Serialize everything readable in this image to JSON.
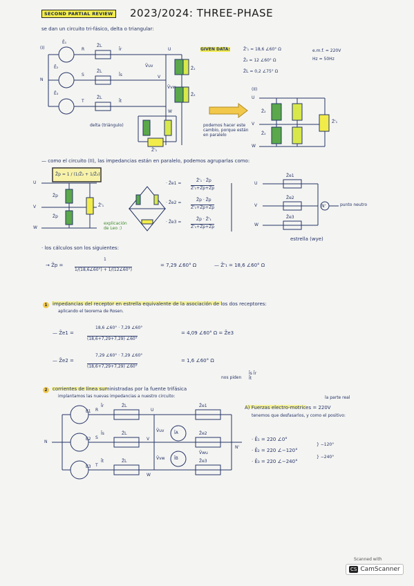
{
  "header": {
    "tag": "SECOND PARTIAL REVIEW",
    "title": "2023/2024: THREE-PHASE",
    "intro": "se dan un circuito tri-fásico, delta o triangular:"
  },
  "circuit1": {
    "label": "(I)",
    "nodes": {
      "r": "R",
      "s": "S",
      "t": "T",
      "u": "U",
      "v": "V",
      "w": "W",
      "n": "N"
    },
    "labels": {
      "e1": "Ē₁",
      "e2": "Ē₂",
      "e3": "Ē₃",
      "zl": "Z̄L",
      "ir": "Īr",
      "is": "Īs",
      "it": "Īt",
      "vuv": "V̄uv",
      "vvw": "V̄vw",
      "z1": "Z̄₁",
      "z2": "Z̄₂",
      "zprime": "Z̄'₁",
      "delta_caption": "delta (triángulo)"
    }
  },
  "given": {
    "label": "GIVEN DATA:",
    "z_prime": "Z̄'₁ = 18,6 ∠60° Ω",
    "z": "Z̄₂ = 12 ∠60° Ω",
    "zl": "Z̄L = 0,2 ∠75° Ω",
    "emf": "e.m.f. = 220V",
    "hz": "Hz = 50Hz"
  },
  "circuit2": {
    "label": "(II)",
    "arrow_note": "podemos hacer este cambio, porque están en paralelo",
    "labels": {
      "z2a": "Z̄₂",
      "z2b": "Z̄₂",
      "zp": "Z̄'₁",
      "u": "U",
      "v": "V",
      "w": "W"
    }
  },
  "parallel": {
    "text": "— como el circuito (II), las impedancias están en paralelo, podemos agruparlas como:",
    "box": "Z̄p = 1 / (1/Z̄₂ + 1/Z̄₂)",
    "left": {
      "zp1": "Z̄p",
      "zp2": "Z̄p",
      "zp3": "Z̄'₁",
      "u": "U",
      "v": "V",
      "w": "W"
    },
    "expl": "explicación de Leo :)",
    "f1_l": "· Z̄e1 =",
    "f1_n": "Z̄'₁ · Z̄p",
    "f1_d": "Z̄'₁+Z̄p+Z̄p",
    "f2_l": "· Z̄e2 =",
    "f2_n": "Z̄p · Z̄p",
    "f2_d": "Z̄'₁+Z̄p+Z̄p",
    "f3_l": "· Z̄e3 =",
    "f3_n": "Z̄p · Z̄'₁",
    "f3_d": "Z̄'₁+Z̄p+Z̄p",
    "star": {
      "ze1": "Z̄e1",
      "ze2": "Z̄e2",
      "ze3": "Z̄e3",
      "node": "N'",
      "center": "punto neutro",
      "caption": "estrella (wye)",
      "u": "U",
      "v": "V",
      "w": "W"
    }
  },
  "calc": {
    "title": "· los cálculos son los siguientes:",
    "zp_l": "→ Z̄p =",
    "zp_num": "1",
    "zp_den": "1/(18,6∠60°) + 1/(12∠60°)",
    "zp_res": "= 7,29 ∠60° Ω",
    "zp1": "— Z̄'₁ = 18,6 ∠60° Ω"
  },
  "step1": {
    "num": "1",
    "title": "impedancias del receptor en estrella equivalente de la asociación de los dos receptores:",
    "sub": "aplicando el teorema de Rosen.",
    "ze1_l": "— Z̄e1 =",
    "ze1_n": "18,6 ∠60° · 7,29 ∠60°",
    "ze1_d": "(18,6+7,29+7,29) ∠60°",
    "ze1_r": "= 4,09 ∠60° Ω = Z̄e3",
    "ze2_l": "— Z̄e2 =",
    "ze2_n": "7,29 ∠60° · 7,29 ∠60°",
    "ze2_d": "(18,6+7,29+7,29) ∠60°",
    "ze2_r": "= 1,6 ∠60° Ω"
  },
  "step2": {
    "num": "2",
    "title": "corrientes de línea suministradas por la fuente trifásica",
    "sub": "implantamos las nuevas impedancias a nuestro circuito:",
    "ask": "nos piden",
    "ask_list": "Īs Īr Īt",
    "circ": {
      "e1": "E1",
      "e2": "E2",
      "e3": "E3",
      "r": "R",
      "s": "S",
      "t": "T",
      "u": "U",
      "v": "V",
      "w": "W",
      "n": "N",
      "n2": "N'",
      "ir": "Īr",
      "is": "Īs",
      "it": "Īt",
      "zl": "Z̄L",
      "ze1": "Z̄e1",
      "ze2": "Z̄e2",
      "ze3": "Z̄e3",
      "ia": "ĪA",
      "ib": "ĪB",
      "vuv": "V̄uv",
      "vvw": "V̄vw",
      "vwu": "V̄wu"
    },
    "emf_title": "A) Fuerzas electro-motrices = 220V",
    "emf_note": "la parte real",
    "emf_text": "tenemos que desfasarlos, y como el positivo:",
    "e1": "· Ē₁ = 220 ∠0°",
    "e2": "· Ē₂ = 220 ∠−120°",
    "e3": "· Ē₃ = 220 ∠−240°",
    "d1": "} −120°",
    "d2": "} −240°"
  },
  "scanner": {
    "scanned": "Scanned with",
    "brand": "CamScanner"
  }
}
